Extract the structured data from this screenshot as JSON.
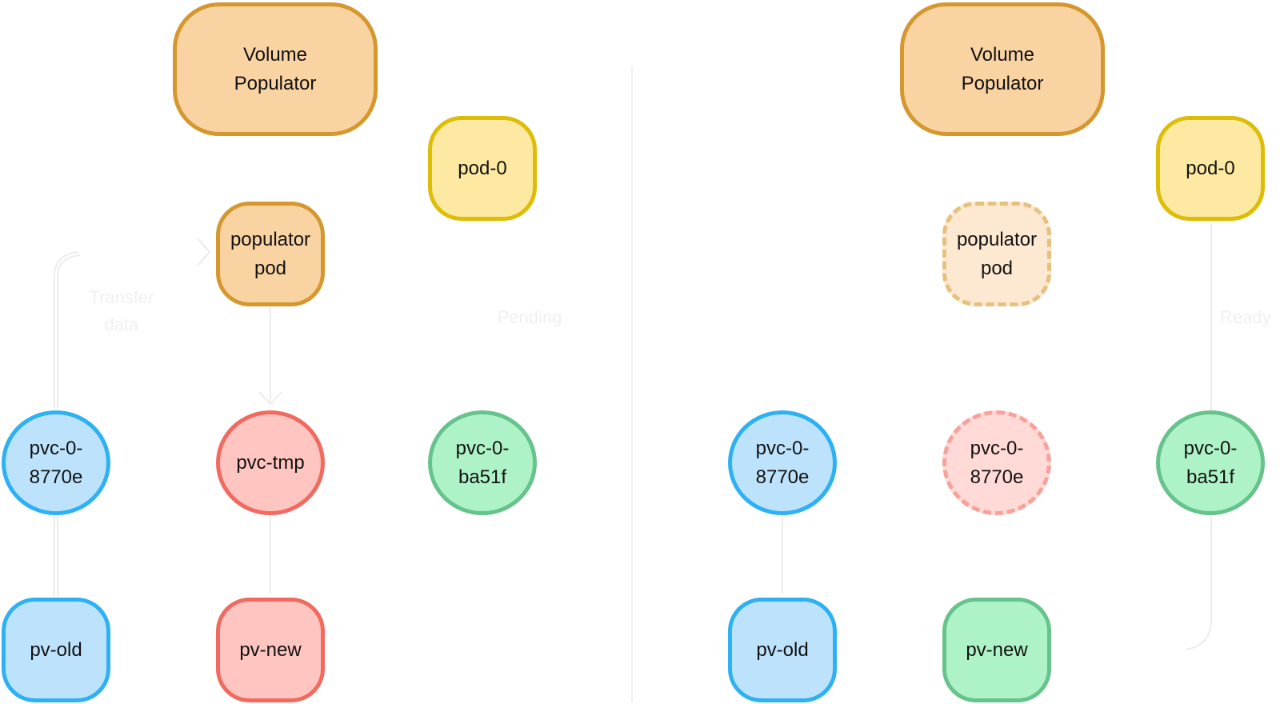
{
  "colors": {
    "orange_fill": "#FAD3A3",
    "orange_border": "#D4982E",
    "yellow_fill": "#FDE9A2",
    "yellow_border": "#DDBD06",
    "blue_fill": "#BDE3FC",
    "blue_border": "#2DB1F2",
    "red_fill": "#FEC5C1",
    "red_border": "#F2695F",
    "green_fill": "#AEF3C7",
    "green_border": "#65C38B",
    "faded_orange_fill": "#FDE9D1",
    "faded_orange_border": "#E6C07D",
    "faded_red_fill": "#FFDAD7",
    "faded_red_border": "#F7A19A",
    "edge": "#ececec",
    "edge_label": "#f0f0f0"
  },
  "left_panel": {
    "volume_populator": "Volume\nPopulator",
    "pod_0": "pod-0",
    "populator_pod": "populator\npod",
    "pvc_old": "pvc-0-\n8770e",
    "pvc_tmp": "pvc-tmp",
    "pvc_new": "pvc-0-\nba51f",
    "pv_old": "pv-old",
    "pv_new": "pv-new",
    "label_transfer": "Transfer\ndata",
    "label_status": "Pending"
  },
  "right_panel": {
    "volume_populator": "Volume\nPopulator",
    "pod_0": "pod-0",
    "populator_pod": "populator\npod",
    "pvc_old": "pvc-0-\n8770e",
    "pvc_tmp": "pvc-0-\n8770e",
    "pvc_new": "pvc-0-\nba51f",
    "pv_old": "pv-old",
    "pv_new": "pv-new",
    "label_status": "Ready"
  }
}
